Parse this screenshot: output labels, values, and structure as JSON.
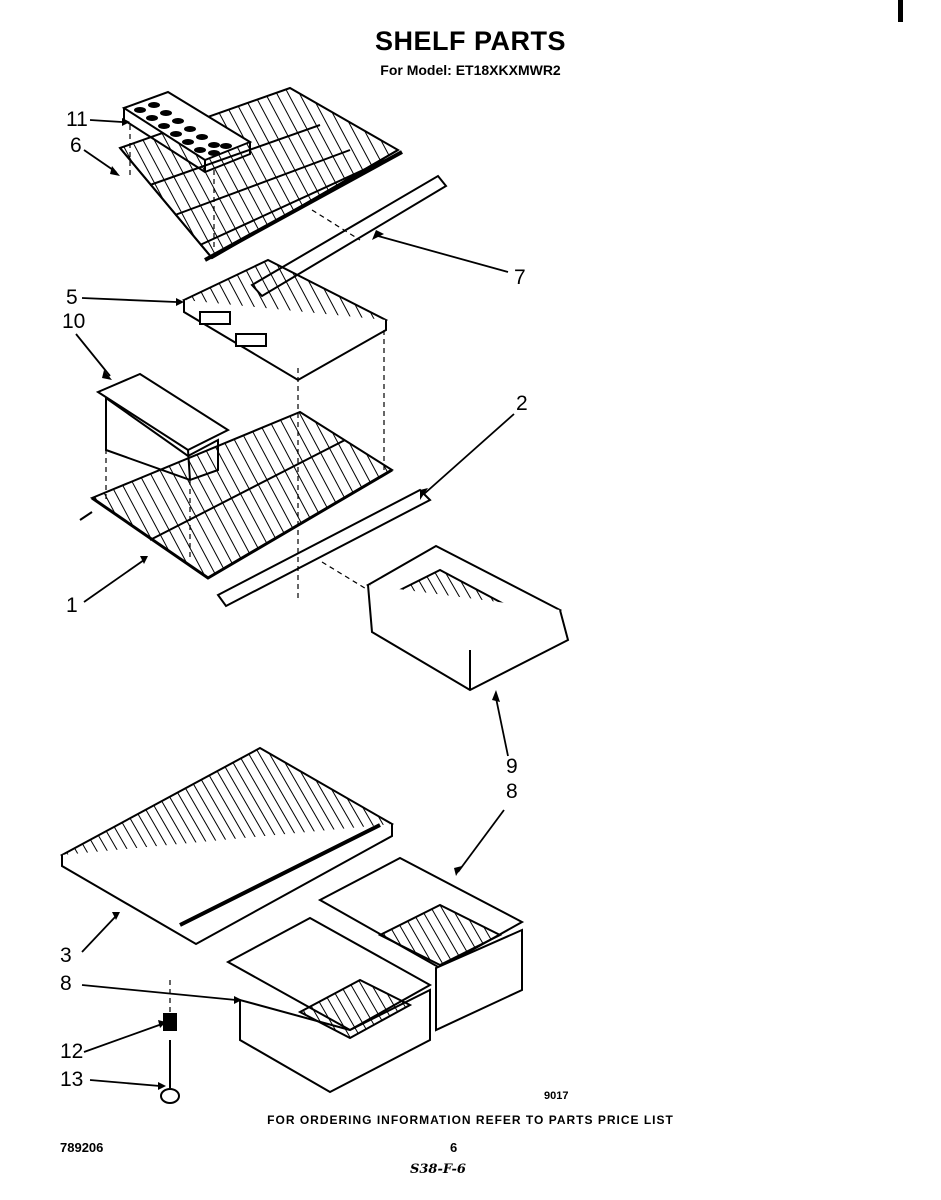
{
  "header": {
    "title": "SHELF PARTS",
    "subtitle": "For Model: ET18XKXMWR2"
  },
  "callouts": {
    "c1": "1",
    "c2": "2",
    "c3": "3",
    "c5": "5",
    "c6": "6",
    "c7": "7",
    "c8a": "8",
    "c8b": "8",
    "c9": "9",
    "c10": "10",
    "c11": "11",
    "c12": "12",
    "c13": "13"
  },
  "footer": {
    "figure_code": "9017",
    "ordering_note": "FOR ORDERING INFORMATION REFER TO PARTS PRICE LIST",
    "doc_number": "789206",
    "page_number": "6",
    "handwritten_ref": "S38-F-6"
  }
}
